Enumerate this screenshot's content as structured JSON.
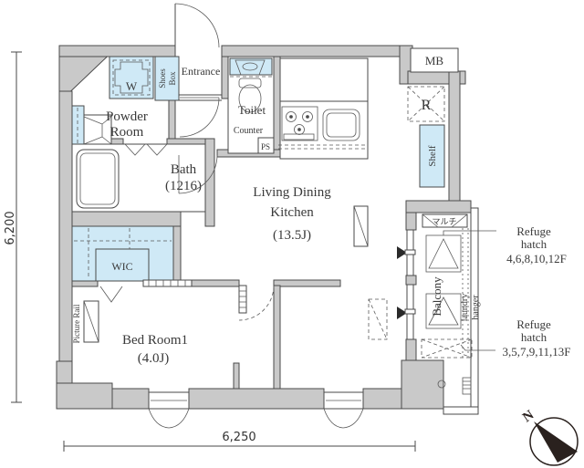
{
  "plan": {
    "title": "apartment-floor-plan",
    "dimensions": {
      "left_vertical": "6,200",
      "bottom_horizontal": "6,250"
    },
    "compass": {
      "label": "N"
    },
    "rooms": {
      "powder": {
        "l1": "Powder",
        "l2": "Room"
      },
      "bath": {
        "l1": "Bath",
        "l2": "(1216)"
      },
      "wic": {
        "label": "WIC"
      },
      "bedroom": {
        "l1": "Bed Room1",
        "l2": "(4.0J)"
      },
      "ldk": {
        "l1": "Living Dining",
        "l2": "Kitchen",
        "l3": "(13.5J)"
      },
      "entrance": {
        "label": "Entrance"
      },
      "toilet": {
        "label": "Toilet"
      },
      "balcony": {
        "label": "Balcony"
      }
    },
    "fixtures": {
      "washer": {
        "label": "W"
      },
      "shoes_box": {
        "l1": "Shoes",
        "l2": "Box"
      },
      "toilet_counter": {
        "label": "Counter"
      },
      "pipe_space": {
        "label": "PS"
      },
      "meter_box": {
        "label": "MB"
      },
      "refrigerator": {
        "label": "R"
      },
      "shelf": {
        "label": "Shelf"
      },
      "multi": {
        "label": "マルチ"
      },
      "laundry_hanger": {
        "l1": "laundry",
        "l2": "hanger"
      },
      "picture_rail": {
        "label": "Picture Rail"
      }
    },
    "notes": {
      "refuge_hatch_upper": {
        "l1": "Refuge",
        "l2": "hatch",
        "l3": "4,6,8,10,12F"
      },
      "refuge_hatch_lower": {
        "l1": "Refuge",
        "l2": "hatch",
        "l3": "3,5,7,9,11,13F"
      }
    },
    "colors": {
      "wall_fill": "#c9c9c9",
      "accent_blue": "#cfe9f6",
      "line": "#4a4a4a",
      "compass_fill": "#2a211e"
    }
  }
}
